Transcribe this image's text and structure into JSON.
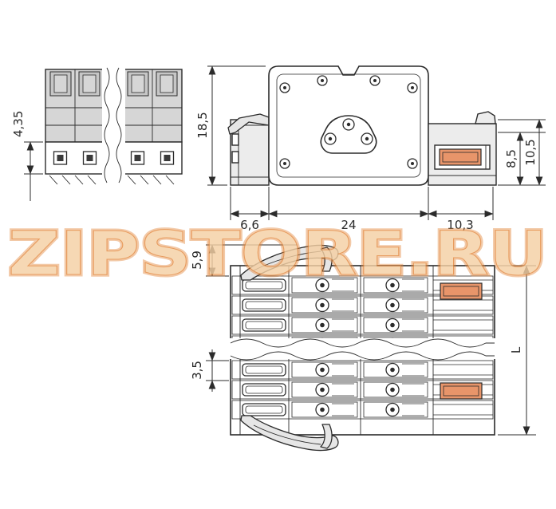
{
  "watermark": {
    "text": "ZIPSTORE.RU"
  },
  "views": {
    "front": {
      "dim_height": "4,35"
    },
    "side": {
      "dim_height": "18,5",
      "dim_width_left": "6,6",
      "dim_width_mid": "24",
      "dim_width_right": "10,3",
      "dim_right_inner": "8,5",
      "dim_right_outer": "10,5"
    },
    "top": {
      "dim_offset": "5,9",
      "dim_pitch": "3,5",
      "dim_length": "L"
    }
  },
  "colors": {
    "line": "#2b2b2b",
    "gray_fill": "#d6d6d6",
    "light_fill": "#ececec",
    "orange_fill": "#e8956a",
    "watermark_fill": "#f5d0a4",
    "watermark_stroke": "#e3873c"
  }
}
